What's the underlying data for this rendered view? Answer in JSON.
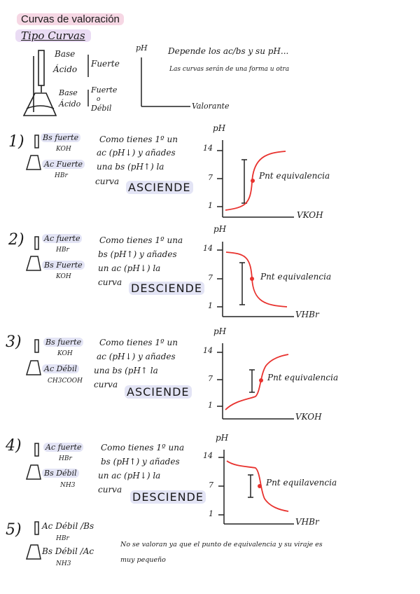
{
  "title": "Curvas de valoración",
  "subtitle": "Tipo Curvas",
  "intro": {
    "base_label": "Base",
    "acid_label": "Ácido",
    "fuerte_label": "Fuerte",
    "base_label2": "Base",
    "acid_label2": "Ácido",
    "fuerte_label2": "Fuerte",
    "o_label": "o",
    "debil_label": "Débil",
    "ph_axis": "pH",
    "valorante_axis": "Valorante",
    "note_line1": "Depende los ac/bs y su pH...",
    "note_line2": "Las curvas serán de una forma u otra"
  },
  "cases": [
    {
      "num": "1)",
      "top_reagent": "Bs fuerte",
      "top_formula": "KOH",
      "bottom_reagent": "Ac Fuerte",
      "bottom_formula": "HBr",
      "text1": "Como tienes 1º un",
      "text2": "ac (pH↓) y añades",
      "text3": "una bs (pH↑) la",
      "text4": "curva",
      "direction": "ASCIENDE",
      "y_top": "14",
      "y_mid": "7",
      "y_bottom": "1",
      "ph_label": "pH",
      "eq_label": "Pnt equivalencia",
      "x_label": "VKOH"
    },
    {
      "num": "2)",
      "top_reagent": "Ac fuerte",
      "top_formula": "HBr",
      "bottom_reagent": "Bs Fuerte",
      "bottom_formula": "KOH",
      "text1": "Como tienes 1º una",
      "text2": "bs (pH↑) y añades",
      "text3": "un ac (pH↓) la",
      "text4": "curva",
      "direction": "DESCIENDE",
      "y_top": "14",
      "y_mid": "7",
      "y_bottom": "1",
      "ph_label": "pH",
      "eq_label": "Pnt equivalencia",
      "x_label": "VHBr"
    },
    {
      "num": "3)",
      "top_reagent": "Bs fuerte",
      "top_formula": "KOH",
      "bottom_reagent": "Ac Débil",
      "bottom_formula": "CH3COOH",
      "text1": "Como tienes 1º un",
      "text2": "ac (pH↓) y añades",
      "text3": "una bs (pH↑ la",
      "text4": "curva",
      "direction": "ASCIENDE",
      "y_top": "14",
      "y_mid": "7",
      "y_bottom": "1",
      "ph_label": "pH",
      "eq_label": "Pnt equivalencia",
      "x_label": "VKOH"
    },
    {
      "num": "4)",
      "top_reagent": "Ac fuerte",
      "top_formula": "HBr",
      "bottom_reagent": "Bs Débil",
      "bottom_formula": "NH3",
      "text1": "Como tienes 1º una",
      "text2": "bs (pH↑) y añades",
      "text3": "un ac (pH↓) la",
      "text4": "curva",
      "direction": "DESCIENDE",
      "y_top": "14",
      "y_mid": "7",
      "y_bottom": "1",
      "ph_label": "pH",
      "eq_label": "Pnt equilavencia",
      "x_label": "VHBr"
    }
  ],
  "case5": {
    "num": "5)",
    "top_reagent": "Ac Débil /Bs",
    "top_formula": "HBr",
    "bottom_reagent": "Bs Débil /Ac",
    "bottom_formula": "NH3",
    "note_line1": "No se valoran ya que el punto de equivalencia y su viraje es",
    "note_line2": "muy pequeño"
  },
  "colors": {
    "curve": "#e8322e",
    "pink_highlight": "#f6d7e4",
    "violet_highlight": "#eadcf4",
    "blue_highlight": "#e3e4f5"
  }
}
